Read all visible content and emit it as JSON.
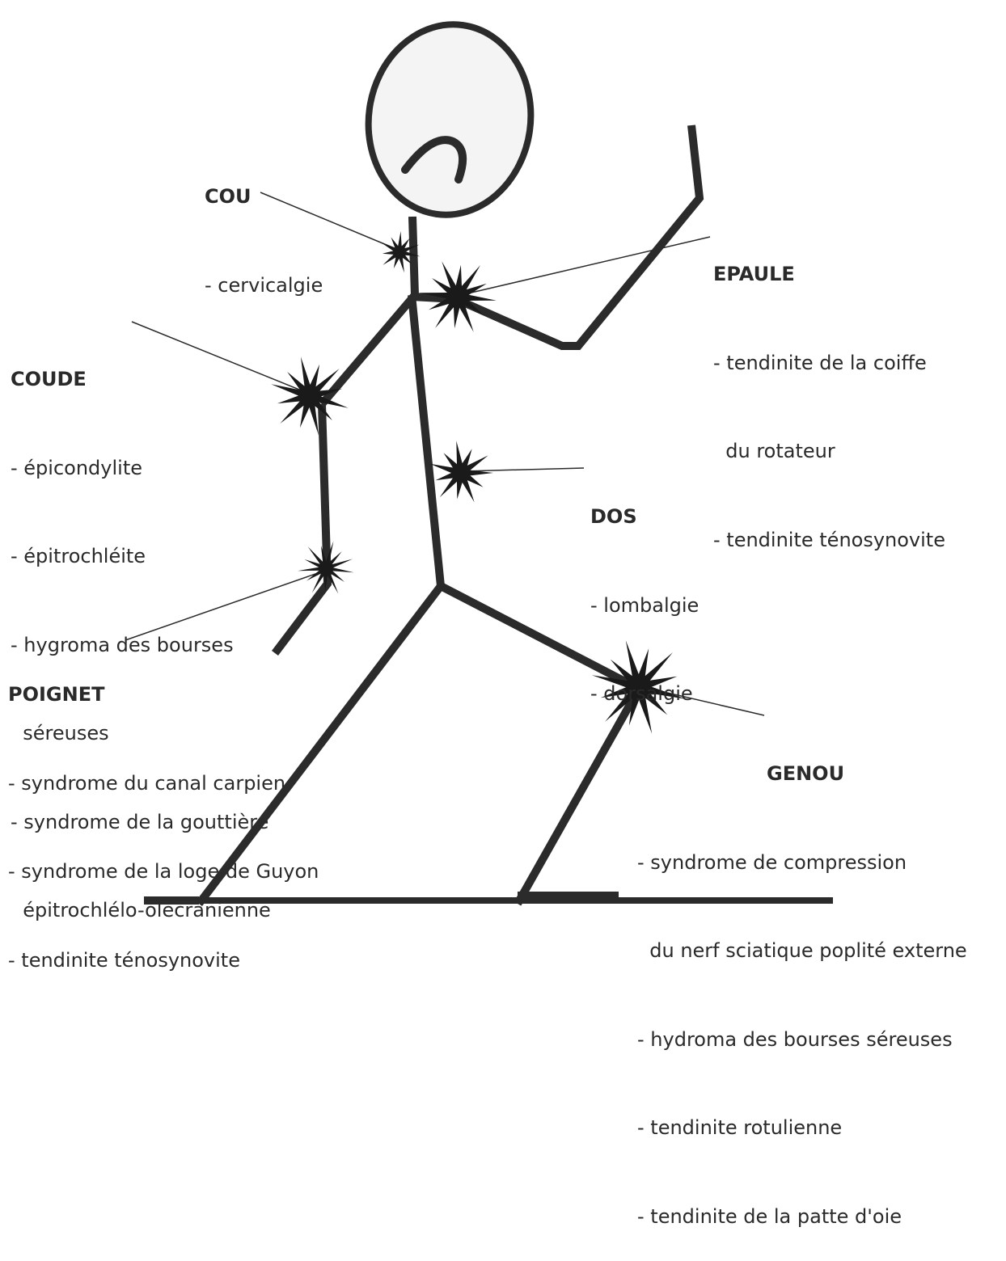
{
  "labels": {
    "cou": {
      "title": "COU",
      "items": [
        "- cervicalgie"
      ]
    },
    "epaule": {
      "title": "EPAULE",
      "items": [
        "- tendinite de la coiffe",
        "  du rotateur",
        "- tendinite ténosynovite"
      ]
    },
    "coude": {
      "title": "COUDE",
      "items": [
        "- épicondylite",
        "- épitrochléite",
        "- hygroma des bourses",
        "  séreuses",
        "- syndrome de la gouttière",
        "  épitrochlélo-olécrânienne"
      ]
    },
    "dos": {
      "title": "DOS",
      "items": [
        "- lombalgie",
        "- dorsalgie"
      ]
    },
    "poignet": {
      "title": "POIGNET",
      "items": [
        "- syndrome du canal carpien",
        "- syndrome de la loge de Guyon",
        "- tendinite ténosynovite"
      ]
    },
    "genou": {
      "title": "GENOU",
      "items": [
        "- syndrome de compression",
        "  du nerf sciatique poplité externe",
        "- hydroma des bourses séreuses",
        "- tendinite rotulienne",
        "- tendinite de la patte d'oie"
      ]
    }
  },
  "colors": {
    "ink": "#2b2b2b",
    "pain_star": "#1a1a1a",
    "head_fill": "#f4f4f4"
  }
}
